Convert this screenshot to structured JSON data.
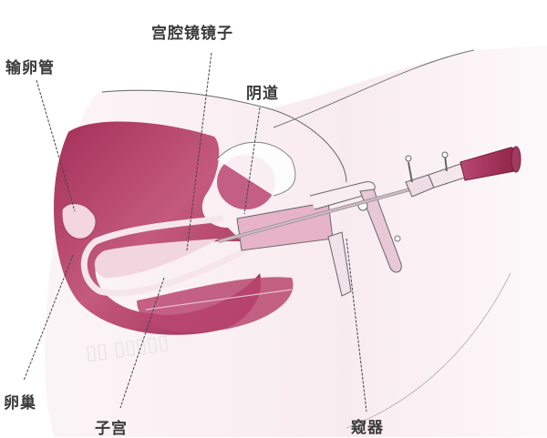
{
  "diagram": {
    "labels": {
      "hysteroscope": "宫腔镜镜子",
      "fallopian_tube": "输卵管",
      "vagina": "阴道",
      "ovary": "卵巢",
      "uterus": "子宫",
      "speculum": "窥器"
    },
    "colors": {
      "tissue_dark": "#a8355c",
      "tissue_mid": "#c4577a",
      "tissue_light": "#e6b3c4",
      "skin": "#f3dfe6",
      "outline": "#555555",
      "label_text": "#3a3a3a"
    }
  }
}
